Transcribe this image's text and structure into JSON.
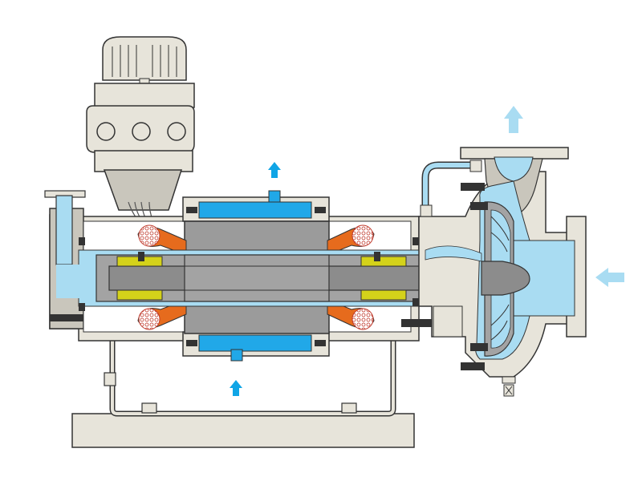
{
  "diagram": {
    "kind": "canned-motor-pump-cross-section",
    "colors": {
      "casing": "#e7e4da",
      "casing_dark": "#c9c6bc",
      "steel": "#a3a3a3",
      "steel_dark": "#8c8c8c",
      "fluid": "#a9dcf2",
      "coolant": "#21a8e8",
      "arrow": "#10a5e6",
      "arrow_light": "#a9dcf2",
      "winding": "#e66b1d",
      "bearing": "#d4d21a",
      "bolt": "#333333",
      "outline": "#333333",
      "stator": "#9b9b9b"
    },
    "flow_arrows": [
      {
        "name": "outlet-flow",
        "direction": "up",
        "style": "light"
      },
      {
        "name": "inlet-flow",
        "direction": "left",
        "style": "light"
      },
      {
        "name": "coolant-out",
        "direction": "up",
        "style": "dark"
      },
      {
        "name": "coolant-in",
        "direction": "up",
        "style": "dark"
      }
    ]
  }
}
